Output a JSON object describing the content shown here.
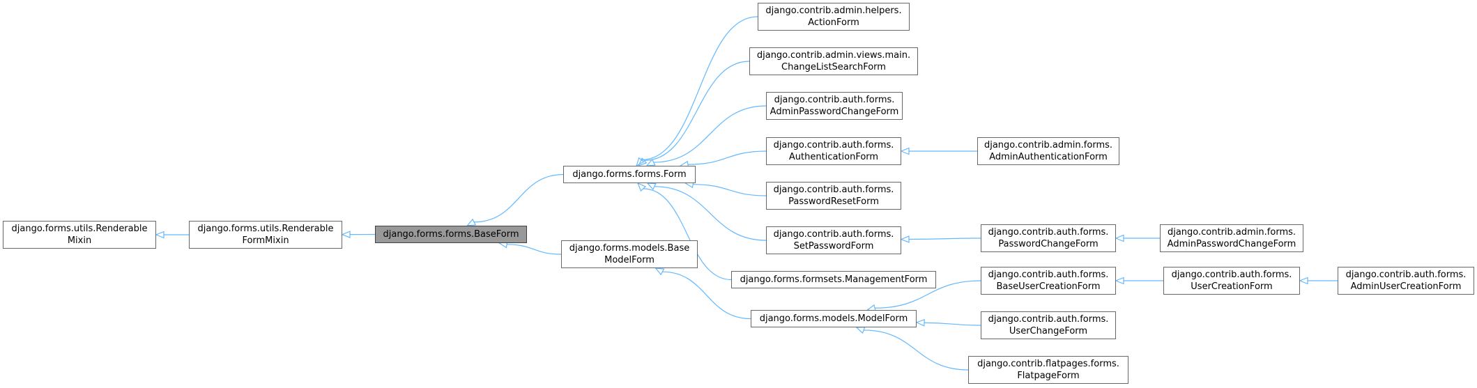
{
  "colors": {
    "edge": "#63b8ff",
    "border": "#666666",
    "highlight_fill": "#999999"
  },
  "nodes": {
    "renderable_mixin": {
      "lines": [
        "django.forms.utils.Renderable",
        "Mixin"
      ]
    },
    "renderable_form_mixin": {
      "lines": [
        "django.forms.utils.Renderable",
        "FormMixin"
      ]
    },
    "base_form": {
      "lines": [
        "django.forms.forms.BaseForm"
      ]
    },
    "form": {
      "lines": [
        "django.forms.forms.Form"
      ]
    },
    "base_model_form": {
      "lines": [
        "django.forms.models.Base",
        "ModelForm"
      ]
    },
    "action_form": {
      "lines": [
        "django.contrib.admin.helpers.",
        "ActionForm"
      ]
    },
    "change_list_search_form": {
      "lines": [
        "django.contrib.admin.views.main.",
        "ChangeListSearchForm"
      ]
    },
    "admin_password_change_form_auth": {
      "lines": [
        "django.contrib.auth.forms.",
        "AdminPasswordChangeForm"
      ]
    },
    "authentication_form": {
      "lines": [
        "django.contrib.auth.forms.",
        "AuthenticationForm"
      ]
    },
    "admin_authentication_form": {
      "lines": [
        "django.contrib.admin.forms.",
        "AdminAuthenticationForm"
      ]
    },
    "password_reset_form": {
      "lines": [
        "django.contrib.auth.forms.",
        "PasswordResetForm"
      ]
    },
    "set_password_form": {
      "lines": [
        "django.contrib.auth.forms.",
        "SetPasswordForm"
      ]
    },
    "password_change_form": {
      "lines": [
        "django.contrib.auth.forms.",
        "PasswordChangeForm"
      ]
    },
    "admin_password_change_form_admin": {
      "lines": [
        "django.contrib.admin.forms.",
        "AdminPasswordChangeForm"
      ]
    },
    "management_form": {
      "lines": [
        "django.forms.formsets.ManagementForm"
      ]
    },
    "model_form": {
      "lines": [
        "django.forms.models.ModelForm"
      ]
    },
    "base_user_creation_form": {
      "lines": [
        "django.contrib.auth.forms.",
        "BaseUserCreationForm"
      ]
    },
    "user_creation_form": {
      "lines": [
        "django.contrib.auth.forms.",
        "UserCreationForm"
      ]
    },
    "admin_user_creation_form": {
      "lines": [
        "django.contrib.auth.forms.",
        "AdminUserCreationForm"
      ]
    },
    "user_change_form": {
      "lines": [
        "django.contrib.auth.forms.",
        "UserChangeForm"
      ]
    },
    "flatpage_form": {
      "lines": [
        "django.contrib.flatpages.forms.",
        "FlatpageForm"
      ]
    }
  },
  "edges": [
    {
      "from": "renderable_form_mixin",
      "to": "renderable_mixin"
    },
    {
      "from": "base_form",
      "to": "renderable_form_mixin"
    },
    {
      "from": "form",
      "to": "base_form"
    },
    {
      "from": "base_model_form",
      "to": "base_form"
    },
    {
      "from": "action_form",
      "to": "form"
    },
    {
      "from": "change_list_search_form",
      "to": "form"
    },
    {
      "from": "admin_password_change_form_auth",
      "to": "form"
    },
    {
      "from": "authentication_form",
      "to": "form"
    },
    {
      "from": "password_reset_form",
      "to": "form"
    },
    {
      "from": "set_password_form",
      "to": "form"
    },
    {
      "from": "management_form",
      "to": "form"
    },
    {
      "from": "admin_authentication_form",
      "to": "authentication_form"
    },
    {
      "from": "password_change_form",
      "to": "set_password_form"
    },
    {
      "from": "admin_password_change_form_admin",
      "to": "password_change_form"
    },
    {
      "from": "model_form",
      "to": "base_model_form"
    },
    {
      "from": "base_user_creation_form",
      "to": "model_form"
    },
    {
      "from": "user_change_form",
      "to": "model_form"
    },
    {
      "from": "flatpage_form",
      "to": "model_form"
    },
    {
      "from": "user_creation_form",
      "to": "base_user_creation_form"
    },
    {
      "from": "admin_user_creation_form",
      "to": "user_creation_form"
    }
  ]
}
